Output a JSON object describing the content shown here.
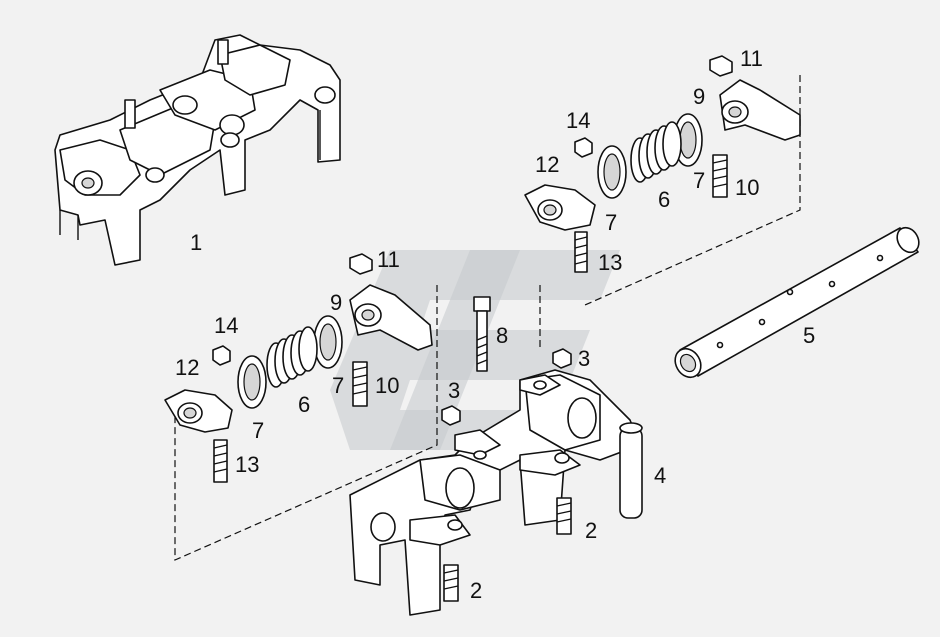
{
  "callouts": {
    "c1": "1",
    "c2a": "2",
    "c2b": "2",
    "c3a": "3",
    "c3b": "3",
    "c4": "4",
    "c5": "5",
    "c6a": "6",
    "c6b": "6",
    "c7a": "7",
    "c7b": "7",
    "c7c": "7",
    "c7d": "7",
    "c8": "8",
    "c9a": "9",
    "c9b": "9",
    "c10a": "10",
    "c10b": "10",
    "c11a": "11",
    "c11b": "11",
    "c12a": "12",
    "c12b": "12",
    "c13a": "13",
    "c13b": "13",
    "c14a": "14",
    "c14b": "14"
  },
  "colors": {
    "background": "#f2f2f2",
    "ink": "#111111",
    "watermark": "#c4c8cc"
  }
}
